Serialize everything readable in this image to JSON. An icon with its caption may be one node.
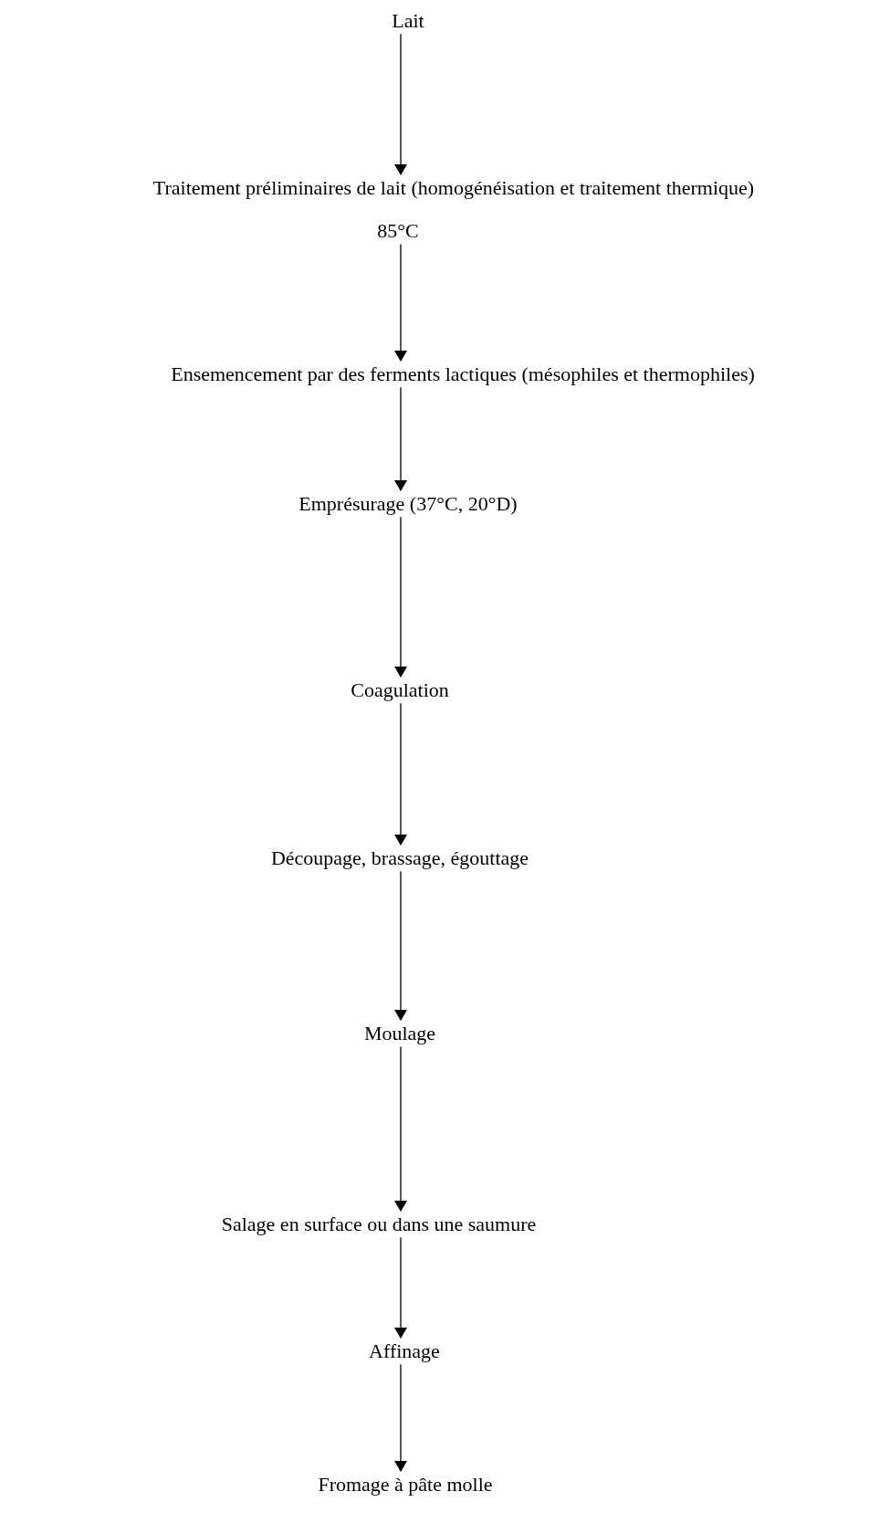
{
  "diagram": {
    "nodes": [
      {
        "text": [
          "Lait"
        ]
      },
      {
        "text": [
          "Traitement préliminaires de lait (homogénéisation et traitement thermique)"
        ],
        "beside": [
          "85°C"
        ]
      },
      {
        "text": [
          "Ensemencement par des ferments lactiques (mésophiles et thermophiles)"
        ]
      },
      {
        "text": [
          "Emprésurage (37°C, 20°D)"
        ]
      },
      {
        "text": [
          "Coagulation"
        ]
      },
      {
        "text": [
          "Découpage, brassage, égouttage"
        ]
      },
      {
        "text": [
          "Moulage"
        ]
      },
      {
        "text": [
          "Salage en surface ou dans une saumure"
        ]
      },
      {
        "text": [
          "Affinage"
        ]
      },
      {
        "text": [
          "Fromage à pâte molle"
        ]
      }
    ],
    "edges": [
      {
        "from": 0,
        "to": 1,
        "arrow": "to"
      },
      {
        "from": 1,
        "to": 2,
        "arrow": "to"
      },
      {
        "from": 2,
        "to": 3,
        "arrow": "to"
      },
      {
        "from": 3,
        "to": 4,
        "arrow": "to"
      },
      {
        "from": 4,
        "to": 5,
        "arrow": "to"
      },
      {
        "from": 5,
        "to": 6,
        "arrow": "to"
      },
      {
        "from": 6,
        "to": 7,
        "arrow": "to"
      },
      {
        "from": 7,
        "to": 8,
        "arrow": "to"
      },
      {
        "from": 8,
        "to": 9,
        "arrow": "to"
      }
    ]
  }
}
